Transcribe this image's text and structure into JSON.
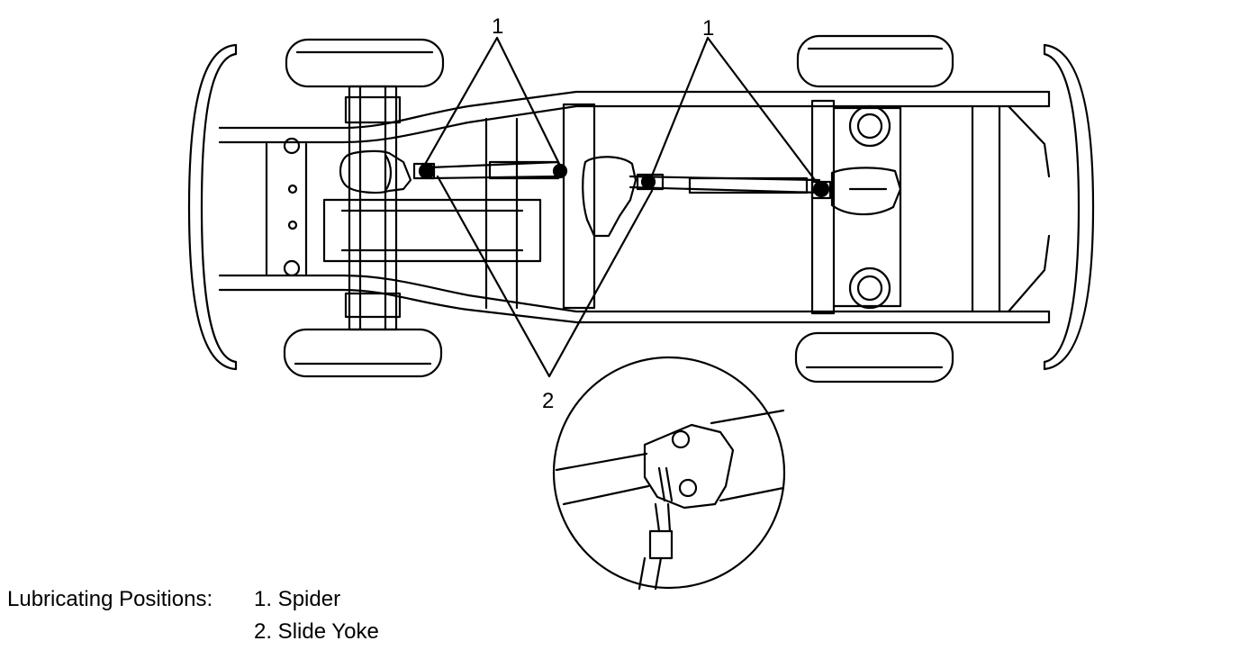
{
  "callouts": {
    "spider_left": "1",
    "spider_right": "1",
    "slide_yoke": "2"
  },
  "legend": {
    "heading": "Lubricating Positions:",
    "items": [
      "1. Spider",
      "2. Slide Yoke"
    ]
  }
}
